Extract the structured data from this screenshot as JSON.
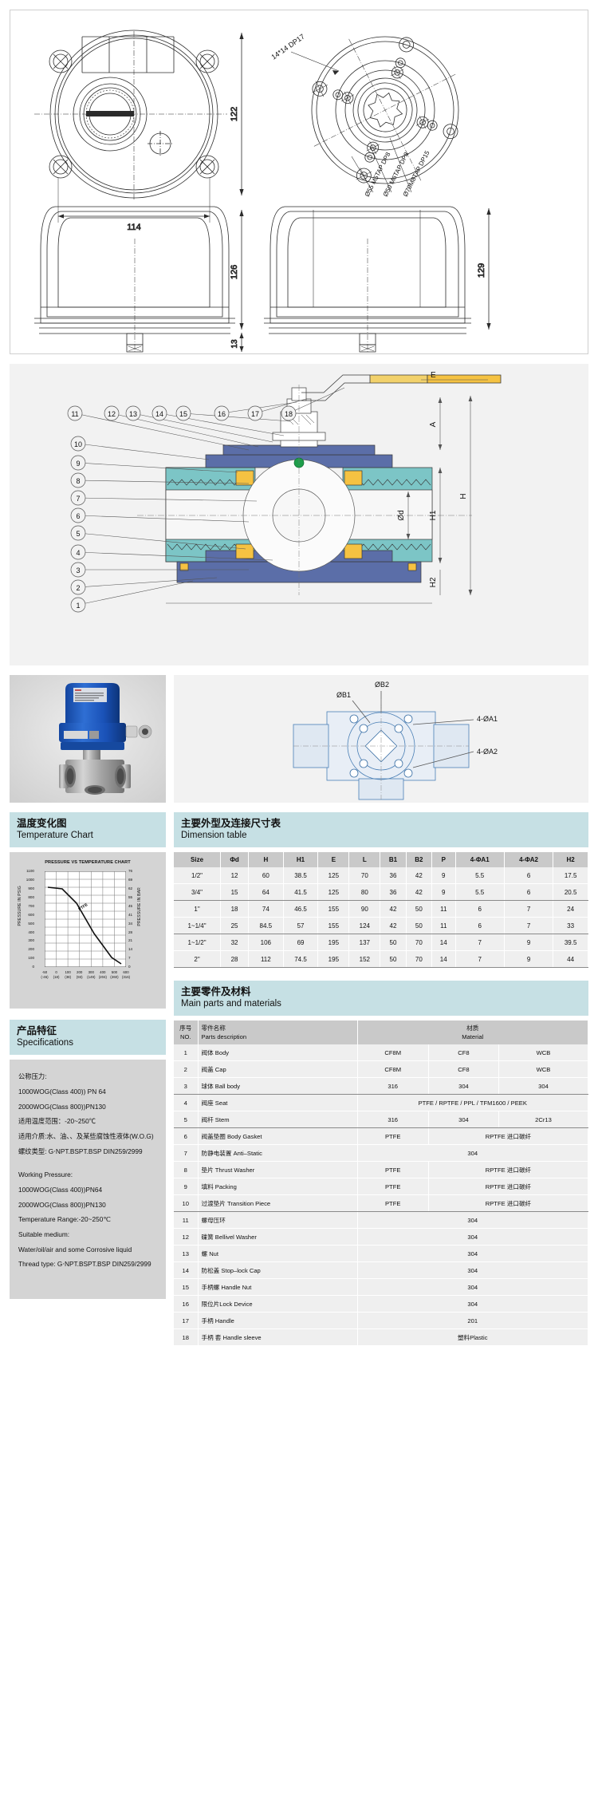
{
  "cad": {
    "top_view": {
      "width_dim": "114",
      "height_dim": "122"
    },
    "flange_view": {
      "tap_label": "14*14 DP17",
      "d1": "Ø55 M5TAP DP8",
      "d2": "Ø50 M6TAP DP8",
      "d3": "Ø70M8TAP DP15"
    },
    "front_view": {
      "height_dim": "126",
      "base_dim": "13"
    },
    "side_view": {
      "height_dim": "129"
    }
  },
  "section_view": {
    "callouts_top": [
      "11",
      "12",
      "13",
      "14",
      "15",
      "16",
      "17",
      "18"
    ],
    "callouts_left": [
      "10",
      "9",
      "8",
      "7",
      "6",
      "5",
      "4",
      "3",
      "2",
      "1"
    ],
    "dims": [
      "E",
      "A",
      "H",
      "H1",
      "Ød",
      "H2"
    ]
  },
  "photo_right": {
    "labels": [
      "ØB2",
      "ØB1",
      "4-ØA1",
      "4-ØA2"
    ]
  },
  "temperature": {
    "head_cn": "温度变化图",
    "head_en": "Temperature Chart",
    "title": "PRESSURE VS TEMPERATURE CHART",
    "ylabel_left": "PRESSURE IN PSIG",
    "ylabel_right": "PRESSURE IN BAR",
    "curve_label": "PTFE",
    "y_left_ticks": [
      "1100",
      "1000",
      "900",
      "800",
      "700",
      "600",
      "500",
      "400",
      "300",
      "200",
      "100",
      "0"
    ],
    "y_right_ticks": [
      "76",
      "69",
      "62",
      "55",
      "45",
      "41",
      "34",
      "28",
      "21",
      "14",
      "7",
      "0"
    ],
    "x_ticks": [
      {
        "f": "-50",
        "c": "(-46)"
      },
      {
        "f": "0",
        "c": "(18)"
      },
      {
        "f": "100",
        "c": "(38)"
      },
      {
        "f": "200",
        "c": "(93)"
      },
      {
        "f": "300",
        "c": "(149)"
      },
      {
        "f": "400",
        "c": "(204)"
      },
      {
        "f": "500",
        "c": "(260)"
      },
      {
        "f": "600",
        "c": "(316)"
      }
    ]
  },
  "specifications": {
    "head_cn": "产品特征",
    "head_en": "Specifications",
    "lines_cn": [
      "公称压力:",
      "1000WOG(Class 400)) PN 64",
      "2000WOG(Class 800))PN130",
      "适用温度范围：-20~250℃",
      "适用介质:水、油、、及某些腐蚀性液体(W.O.G)",
      "螺纹类型: G‧NPT.BSPT.BSP DIN259/2999"
    ],
    "lines_en": [
      "Working Pressure:",
      "1000WOG(Class 400))PN64",
      "2000WOG(Class 800))PN130",
      "Temperature Range:-20~250℃",
      "Suitable medium:",
      "Water/oil/air and some Corrosive liquid",
      "Thread type: G‧NPT.BSPT.BSP DIN259/2999"
    ]
  },
  "dimension_table": {
    "head_cn": "主要外型及连接尺寸表",
    "head_en": "Dimension table",
    "columns": [
      "Size",
      "Φd",
      "H",
      "H1",
      "E",
      "L",
      "B1",
      "B2",
      "P",
      "4-ΦA1",
      "4-ΦA2",
      "H2"
    ],
    "rows": [
      [
        "1/2\"",
        "12",
        "60",
        "38.5",
        "125",
        "70",
        "36",
        "42",
        "9",
        "5.5",
        "6",
        "17.5"
      ],
      [
        "3/4\"",
        "15",
        "64",
        "41.5",
        "125",
        "80",
        "36",
        "42",
        "9",
        "5.5",
        "6",
        "20.5"
      ],
      [
        "1\"",
        "18",
        "74",
        "46.5",
        "155",
        "90",
        "42",
        "50",
        "11",
        "6",
        "7",
        "24"
      ],
      [
        "1~1/4\"",
        "25",
        "84.5",
        "57",
        "155",
        "124",
        "42",
        "50",
        "11",
        "6",
        "7",
        "33"
      ],
      [
        "1~1/2\"",
        "32",
        "106",
        "69",
        "195",
        "137",
        "50",
        "70",
        "14",
        "7",
        "9",
        "39.5"
      ],
      [
        "2\"",
        "28",
        "112",
        "74.5",
        "195",
        "152",
        "50",
        "70",
        "14",
        "7",
        "9",
        "44"
      ]
    ],
    "group_breaks": [
      1,
      3,
      5
    ]
  },
  "parts_table": {
    "head_cn": "主要零件及材料",
    "head_en": "Main parts and materials",
    "col_no_cn": "序号",
    "col_no_en": "NO.",
    "col_name_cn": "零件名称",
    "col_name_en": "Parts  description",
    "col_mat_cn": "材质",
    "col_mat_en": "Material",
    "rows": [
      {
        "no": "1",
        "name": "阀体 Body",
        "m": [
          "CF8M",
          "CF8",
          "WCB"
        ]
      },
      {
        "no": "2",
        "name": "阀盖 Cap",
        "m": [
          "CF8M",
          "CF8",
          "WCB"
        ]
      },
      {
        "no": "3",
        "name": "球体 Ball body",
        "m": [
          "316",
          "304",
          "304"
        ]
      },
      {
        "no": "4",
        "name": "阀座 Seat",
        "m": [
          "PTFE / RPTFE / PPL / TFM1600 / PEEK"
        ]
      },
      {
        "no": "5",
        "name": "阀杆 Stem",
        "m": [
          "316",
          "304",
          "2Cr13"
        ]
      },
      {
        "no": "6",
        "name": "阀盖垫圈 Body Gasket",
        "m": [
          "PTFE",
          "RPTFE 进口碳纤"
        ]
      },
      {
        "no": "7",
        "name": "防静电装置 Anti–Static",
        "m": [
          "304"
        ]
      },
      {
        "no": "8",
        "name": "垫片 Thrust Washer",
        "m": [
          "PTFE",
          "RPTFE 进口碳纤"
        ]
      },
      {
        "no": "9",
        "name": "填料 Packing",
        "m": [
          "PTFE",
          "RPTFE 进口碳纤"
        ]
      },
      {
        "no": "10",
        "name": "过渡垫片 Transition Piece",
        "m": [
          "PTFE",
          "RPTFE 进口碳纤"
        ]
      },
      {
        "no": "11",
        "name": "螺母压环",
        "m": [
          "304"
        ]
      },
      {
        "no": "12",
        "name": "碟簧 Bellivel Washer",
        "m": [
          "304"
        ]
      },
      {
        "no": "13",
        "name": "螺    Nut",
        "m": [
          "304"
        ]
      },
      {
        "no": "14",
        "name": "防松盖 Stop–lock Cap",
        "m": [
          "304"
        ]
      },
      {
        "no": "15",
        "name": "手柄螺    Handle Nut",
        "m": [
          "304"
        ]
      },
      {
        "no": "16",
        "name": "限位片Lock Device",
        "m": [
          "304"
        ]
      },
      {
        "no": "17",
        "name": "手柄 Handle",
        "m": [
          "201"
        ]
      },
      {
        "no": "18",
        "name": "手柄 套 Handle sleeve",
        "m": [
          "塑料Plastic"
        ]
      }
    ],
    "group_breaks": [
      2,
      4,
      9
    ]
  },
  "colors": {
    "section_head_bg": "#c6e0e4",
    "table_head_bg": "#c9c9c9",
    "table_cell_bg": "#efefef",
    "panel_bg": "#f2f2f2",
    "valve_teal": "#7cc5c6",
    "valve_blue": "#5b6ea8",
    "valve_yellow": "#f5c242",
    "valve_green": "#1e9e4a"
  }
}
